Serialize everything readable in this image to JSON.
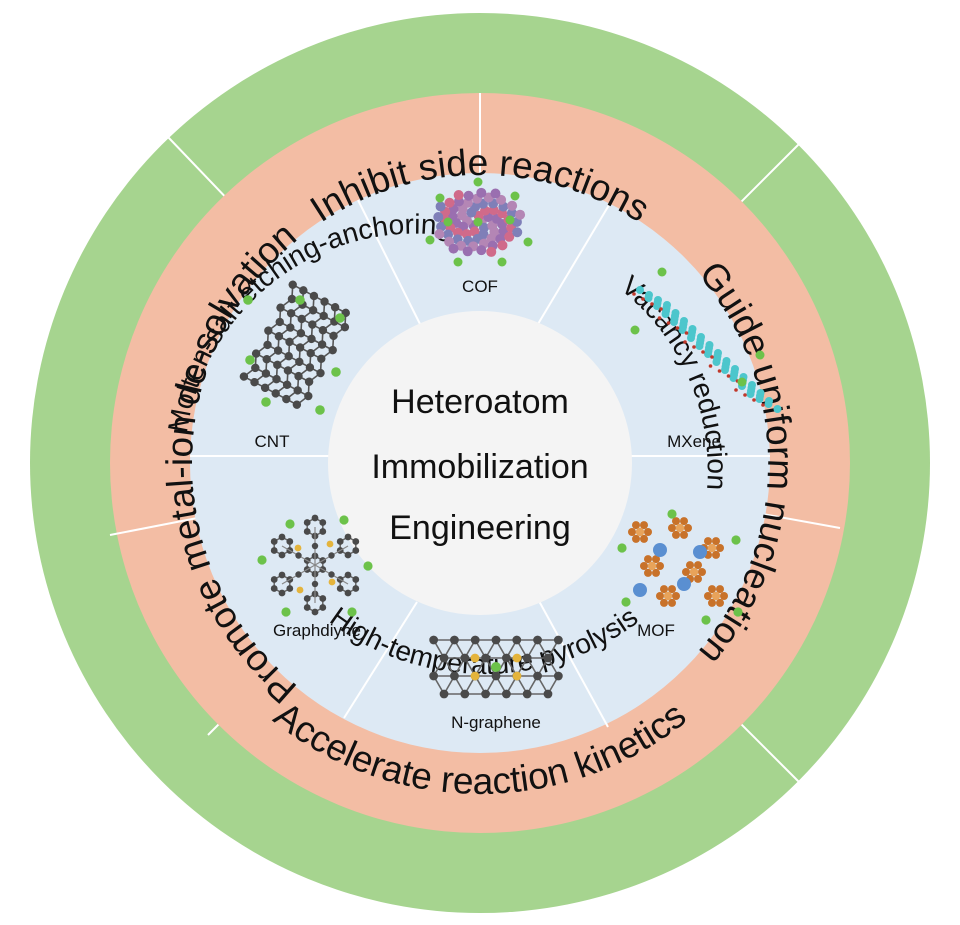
{
  "center": {
    "lines": [
      "Heteroatom",
      "Immobilization",
      "Engineering"
    ]
  },
  "outer_ring": {
    "labels": {
      "top": "Inhibit side reactions",
      "right": "Guide uniform nucleation",
      "bottom": "Accelerate reaction kinetics",
      "left": "Promote metal-ion de-solvation"
    }
  },
  "middle_ring": {
    "labels": {
      "upper_left": "Molten-salt etching-anchoring",
      "right": "Vacancy reduction",
      "bottom": "High-temperature pyrolysis"
    }
  },
  "materials": {
    "cof": "COF",
    "cnt": "CNT",
    "mxene": "MXene",
    "graphdiyne": "Graphdiyne",
    "mof": "MOF",
    "n_graphene": "N-graphene"
  },
  "colors": {
    "outer_ring": "#a6d48f",
    "middle_ring": "#f3bda4",
    "inner_disc": "#dde9f4",
    "center_disc": "#f4f4f4",
    "divider": "#ffffff",
    "carbon_atom": "#4a4a4a",
    "dopant_atom": "#6cc24a",
    "nitrogen_atom": "#e4b43c",
    "mof_cluster": "#c8722a",
    "mof_node": "#5a8fd1",
    "mxene_atom": "#4cc6cc"
  }
}
